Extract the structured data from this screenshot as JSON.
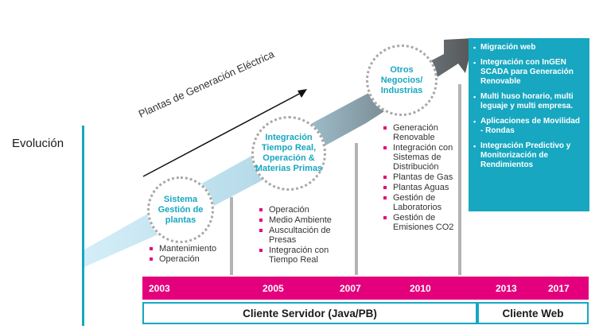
{
  "evolution_label": "Evolución",
  "diagonal_label": "Plantas de Generación Eléctrica",
  "milestones": [
    {
      "label": "Sistema\nGestión de\nplantas",
      "bullets": [
        "Mantenimiento",
        "Operación"
      ]
    },
    {
      "label": "Integración\nTiempo Real,\nOperación &\nMaterias Primas",
      "bullets": [
        "Operación",
        "Medio Ambiente",
        "Auscultación de Presas",
        "Integración con Tiempo Real"
      ]
    },
    {
      "label": "Otros\nNegocios/\nIndustrias",
      "bullets": [
        "Generación Renovable",
        "Integración con Sistemas de Distribución",
        "Plantas de Gas",
        "Plantas Aguas",
        "Gestión de Laboratorios",
        " Gestión de Emisiones CO2"
      ]
    }
  ],
  "web_features": [
    "Migración web",
    "Integración con  InGEN SCADA para Generación Renovable",
    "Multi huso horario, multi leguaje y multi empresa.",
    "Aplicaciones de Movilidad - Rondas",
    "Integración Predictivo y Monitorización de Rendimientos"
  ],
  "years": [
    "2003",
    "2005",
    "2007",
    "2010",
    "2013",
    "2017"
  ],
  "clients": {
    "server": "Cliente Servidor (Java/PB)",
    "web": "Cliente Web"
  },
  "colors": {
    "accent": "#17a7c0",
    "magenta": "#e4007c",
    "arrow_gray": "#5f5f5f"
  }
}
